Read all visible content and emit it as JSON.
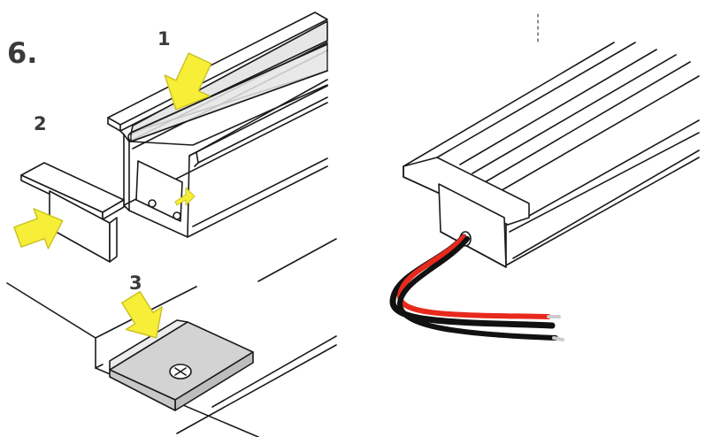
{
  "step": {
    "number": "6."
  },
  "callouts": {
    "one": "1",
    "two": "2",
    "three": "3"
  },
  "colors": {
    "arrow_fill": "#f6ee37",
    "arrow_stroke": "#c9c021",
    "line": "#1a1a1a",
    "diffuser": "#e6e6e6",
    "clip_fill": "#d3d3d3",
    "wire_red": "#e8291c",
    "wire_black": "#111111"
  },
  "icons": {
    "arrow": "yellow-arrow-icon",
    "screw": "screw-icon"
  }
}
